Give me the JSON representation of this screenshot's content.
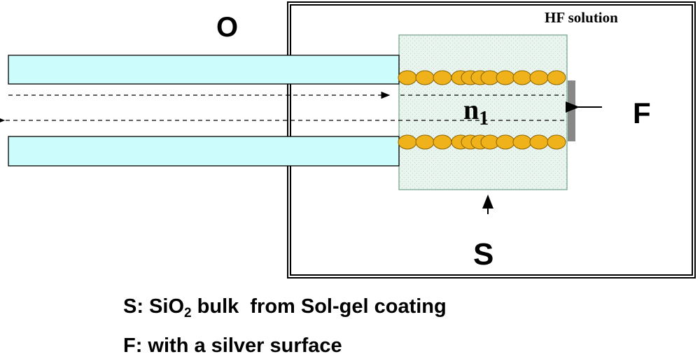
{
  "labels": {
    "outside": "O",
    "solution": "HF solution",
    "refractive_index_base": "n",
    "refractive_index_sub": "1",
    "face": "F",
    "side": "S"
  },
  "legend": {
    "s_prefix": "S: SiO",
    "s_sub": "2",
    "s_suffix": " bulk  from Sol-gel coating",
    "f_line": "F: with a silver surface"
  },
  "colors": {
    "fiber": "#ccfcfc",
    "coating": "#e9f4ee",
    "beads": "#f0b21a",
    "silver": "#888888"
  }
}
